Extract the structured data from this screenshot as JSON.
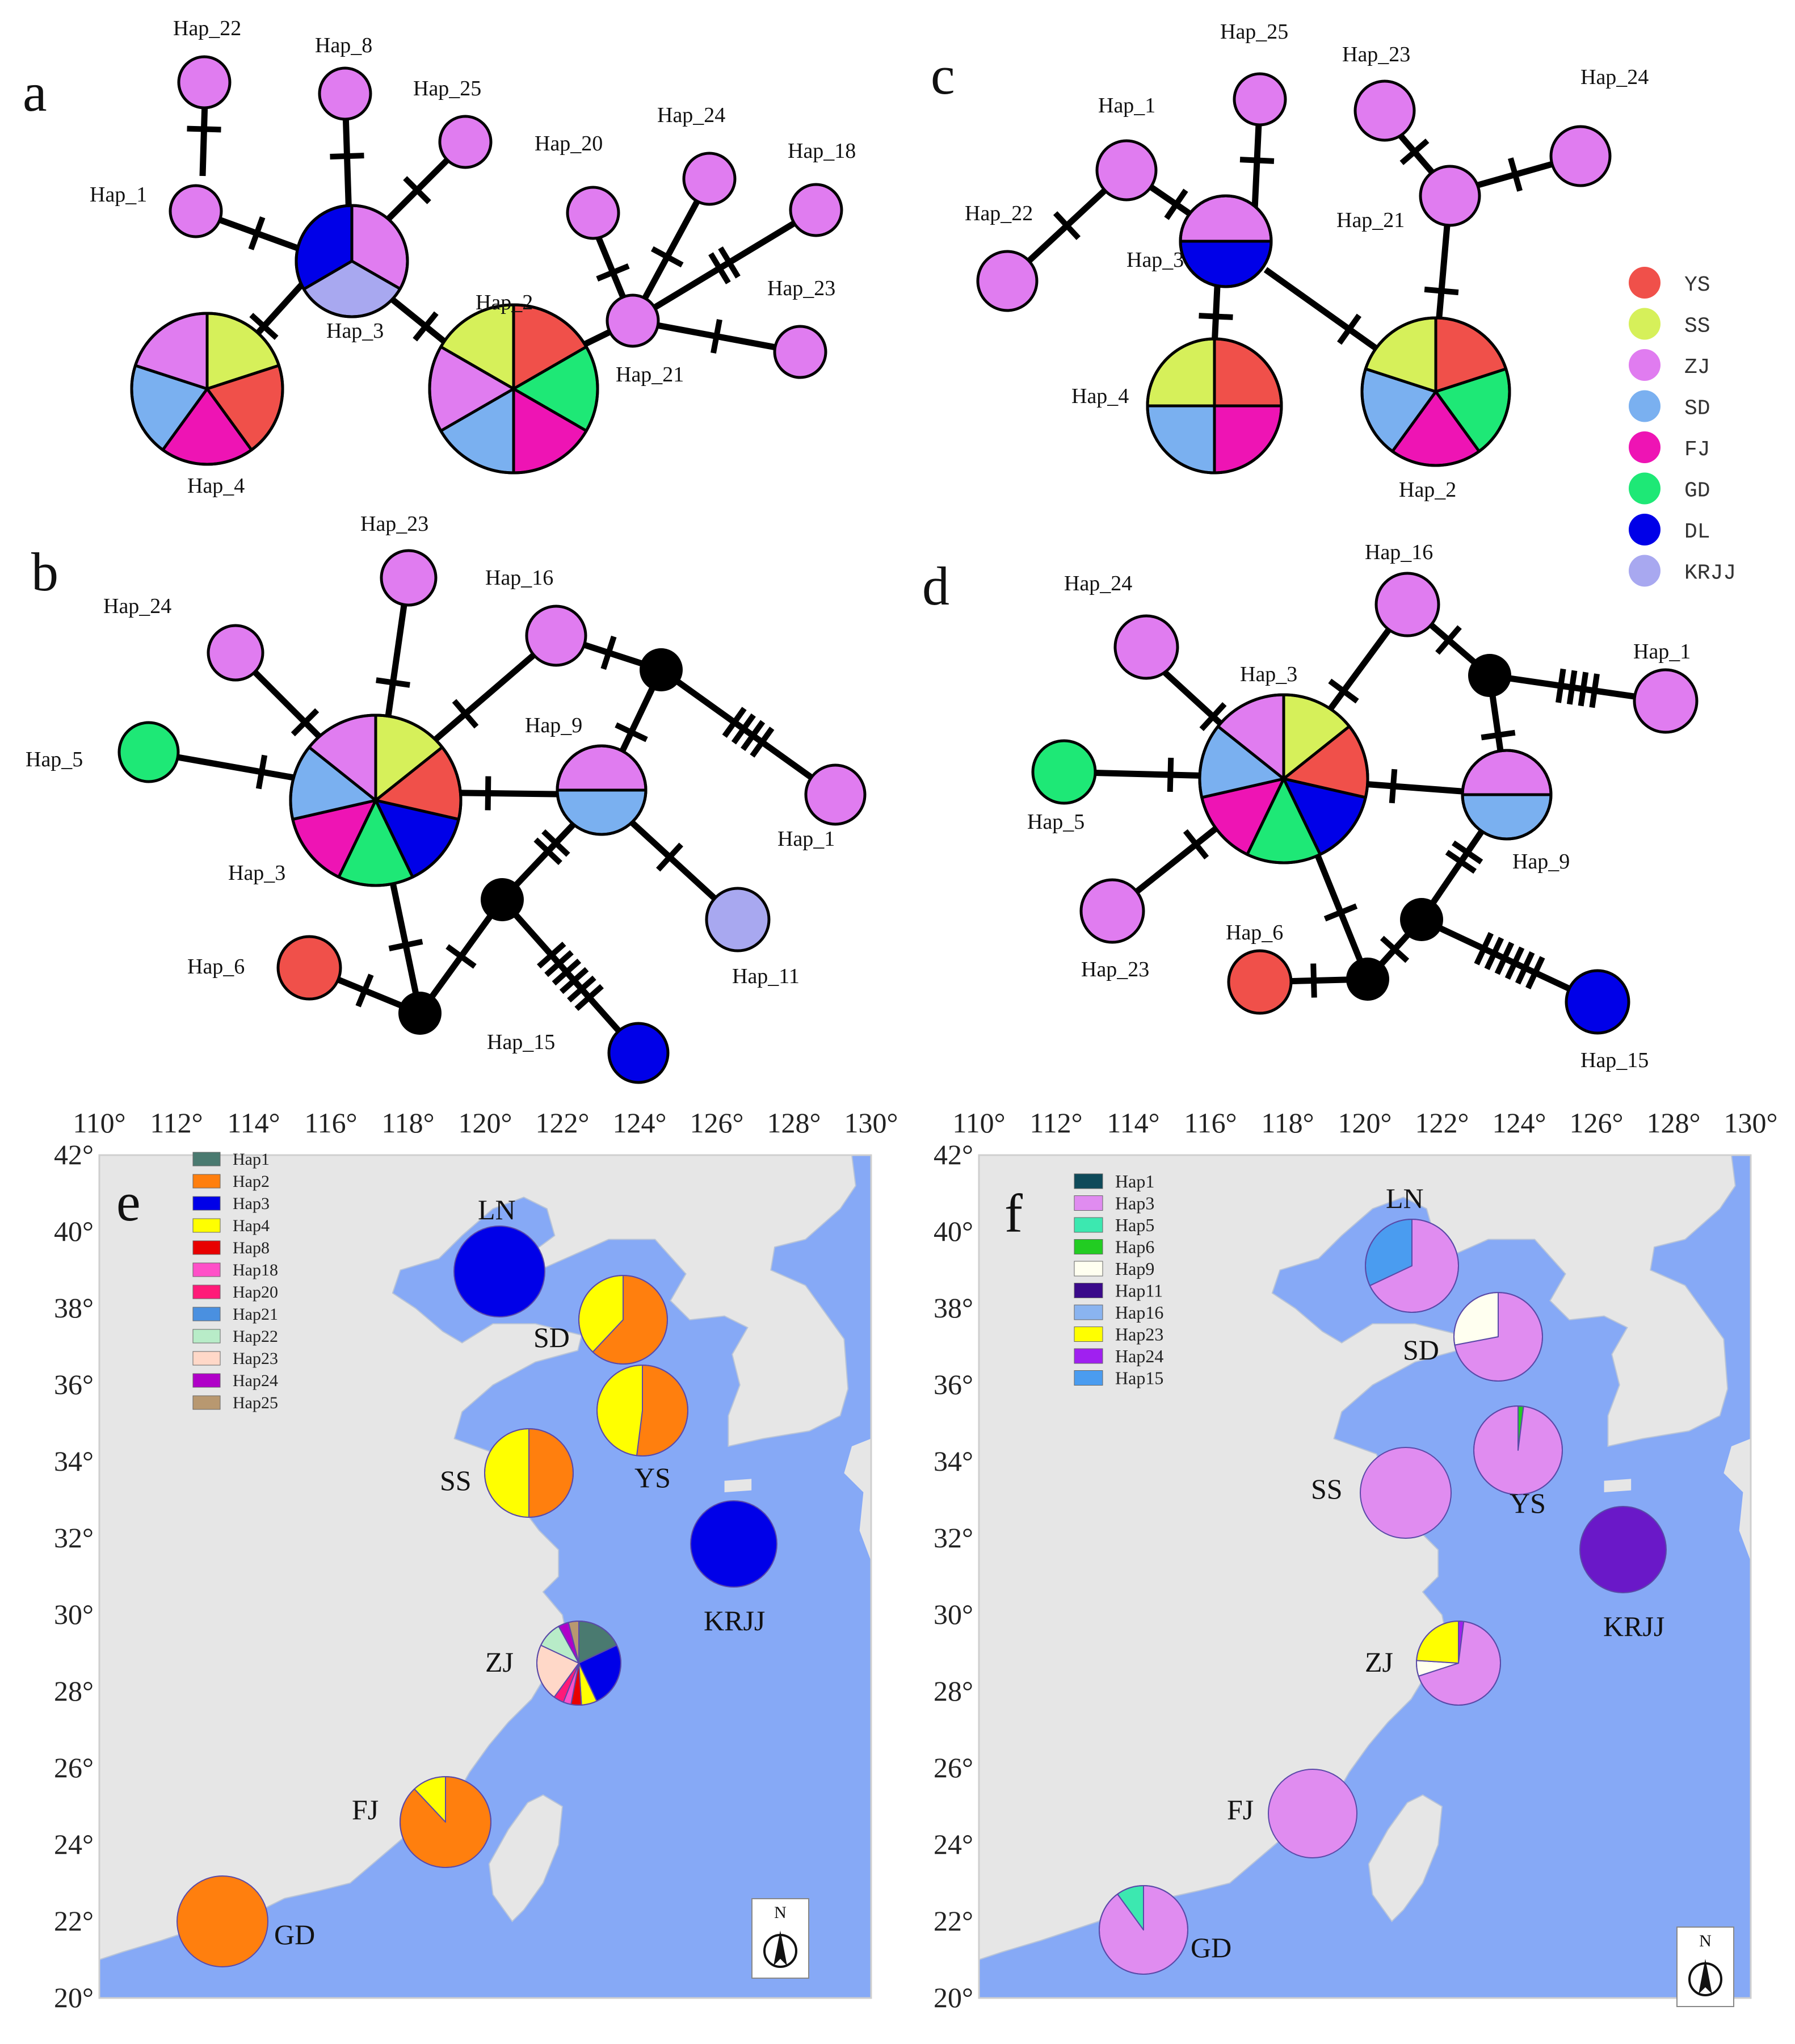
{
  "panel_letters": [
    "a",
    "b",
    "c",
    "d",
    "e",
    "f"
  ],
  "colors": {
    "YS": "#f0504a",
    "SS": "#d6f05a",
    "ZJ": "#e07cf0",
    "SD": "#7ab0f0",
    "FJ": "#ee14b4",
    "GD": "#1ee876",
    "DL": "#0000e8",
    "KRJJ": "#a8a8f0",
    "median": "#000000",
    "sea": "#86a9f6",
    "land": "#e6e6e6"
  },
  "legend_abcd": {
    "items": [
      {
        "label": "YS",
        "color": "#f0504a"
      },
      {
        "label": "SS",
        "color": "#d6f05a"
      },
      {
        "label": "ZJ",
        "color": "#e07cf0"
      },
      {
        "label": "SD",
        "color": "#7ab0f0"
      },
      {
        "label": "FJ",
        "color": "#ee14b4"
      },
      {
        "label": "GD",
        "color": "#1ee876"
      },
      {
        "label": "DL",
        "color": "#0000e8"
      },
      {
        "label": "KRJJ",
        "color": "#a8a8f0"
      }
    ]
  },
  "networks": {
    "a": {
      "labels": [
        "Hap_22",
        "Hap_8",
        "Hap_25",
        "Hap_1",
        "Hap_3",
        "Hap_4",
        "Hap_2",
        "Hap_20",
        "Hap_24",
        "Hap_18",
        "Hap_23",
        "Hap_21"
      ]
    },
    "b": {
      "labels": [
        "Hap_23",
        "Hap_16",
        "Hap_24",
        "Hap_5",
        "Hap_9",
        "Hap_1",
        "Hap_3",
        "Hap_11",
        "Hap_6",
        "Hap_15"
      ]
    },
    "c": {
      "labels": [
        "Hap_25",
        "Hap_23",
        "Hap_24",
        "Hap_1",
        "Hap_22",
        "Hap_21",
        "Hap_3",
        "Hap_4",
        "Hap_2"
      ]
    },
    "d": {
      "labels": [
        "Hap_16",
        "Hap_24",
        "Hap_3",
        "Hap_1",
        "Hap_5",
        "Hap_9",
        "Hap_6",
        "Hap_23",
        "Hap_15"
      ]
    }
  },
  "maps": {
    "lon_ticks": [
      "110°",
      "112°",
      "114°",
      "116°",
      "118°",
      "120°",
      "122°",
      "124°",
      "126°",
      "128°",
      "130°"
    ],
    "lat_ticks": [
      "42°",
      "40°",
      "38°",
      "36°",
      "34°",
      "32°",
      "30°",
      "28°",
      "26°",
      "24°",
      "22°",
      "20°"
    ],
    "north_label": "N",
    "e": {
      "legend": [
        {
          "label": "Hap1",
          "color": "#4a7a70"
        },
        {
          "label": "Hap2",
          "color": "#ff7f0e"
        },
        {
          "label": "Hap3",
          "color": "#0000e8"
        },
        {
          "label": "Hap4",
          "color": "#ffff00"
        },
        {
          "label": "Hap8",
          "color": "#e80000"
        },
        {
          "label": "Hap18",
          "color": "#ff50c8"
        },
        {
          "label": "Hap20",
          "color": "#ff1a78"
        },
        {
          "label": "Hap21",
          "color": "#4a90e0"
        },
        {
          "label": "Hap22",
          "color": "#b8ecc8"
        },
        {
          "label": "Hap23",
          "color": "#ffd8c8"
        },
        {
          "label": "Hap24",
          "color": "#b000c8"
        },
        {
          "label": "Hap25",
          "color": "#b89870"
        }
      ],
      "pops": [
        {
          "name": "LN",
          "values": [
            1.0
          ],
          "colors": [
            "#0000e8"
          ]
        },
        {
          "name": "SD",
          "values": [
            0.62,
            0.38
          ],
          "colors": [
            "#ff7f0e",
            "#ffff00"
          ]
        },
        {
          "name": "YS",
          "values": [
            0.52,
            0.48
          ],
          "colors": [
            "#ff7f0e",
            "#ffff00"
          ]
        },
        {
          "name": "SS",
          "values": [
            0.5,
            0.5
          ],
          "colors": [
            "#ff7f0e",
            "#ffff00"
          ]
        },
        {
          "name": "KRJJ",
          "values": [
            1.0
          ],
          "colors": [
            "#0000e8"
          ]
        },
        {
          "name": "ZJ",
          "values": [
            0.18,
            0.25,
            0.06,
            0.04,
            0.03,
            0.04,
            0.22,
            0.1,
            0.04,
            0.04
          ],
          "colors": [
            "#4a7a70",
            "#0000e8",
            "#ffff00",
            "#e80000",
            "#ff50c8",
            "#ff1a78",
            "#ffd8c8",
            "#b8ecc8",
            "#b000c8",
            "#b89870"
          ]
        },
        {
          "name": "FJ",
          "values": [
            0.88,
            0.12
          ],
          "colors": [
            "#ff7f0e",
            "#ffff00"
          ]
        },
        {
          "name": "GD",
          "values": [
            1.0
          ],
          "colors": [
            "#ff7f0e"
          ]
        }
      ]
    },
    "f": {
      "legend": [
        {
          "label": "Hap1",
          "color": "#0e4a5a"
        },
        {
          "label": "Hap3",
          "color": "#e08cf0"
        },
        {
          "label": "Hap5",
          "color": "#3ce8b0"
        },
        {
          "label": "Hap6",
          "color": "#22cc22"
        },
        {
          "label": "Hap9",
          "color": "#fffff0"
        },
        {
          "label": "Hap11",
          "color": "#3a0a8a"
        },
        {
          "label": "Hap16",
          "color": "#8ab4f0"
        },
        {
          "label": "Hap23",
          "color": "#ffff00"
        },
        {
          "label": "Hap24",
          "color": "#a020f0"
        },
        {
          "label": "Hap15",
          "color": "#4a9cf0"
        }
      ],
      "pops": [
        {
          "name": "LN",
          "values": [
            0.68,
            0.32
          ],
          "colors": [
            "#e08cf0",
            "#4a9cf0"
          ]
        },
        {
          "name": "SD",
          "values": [
            0.72,
            0.28
          ],
          "colors": [
            "#e08cf0",
            "#fffff0"
          ]
        },
        {
          "name": "YS",
          "values": [
            0.02,
            0.98
          ],
          "colors": [
            "#22cc22",
            "#e08cf0"
          ]
        },
        {
          "name": "SS",
          "values": [
            1.0
          ],
          "colors": [
            "#e08cf0"
          ]
        },
        {
          "name": "KRJJ",
          "values": [
            1.0
          ],
          "colors": [
            "#6a18c8"
          ]
        },
        {
          "name": "ZJ",
          "values": [
            0.02,
            0.68,
            0.06,
            0.24
          ],
          "colors": [
            "#a020f0",
            "#e08cf0",
            "#fffff0",
            "#ffff00"
          ]
        },
        {
          "name": "FJ",
          "values": [
            1.0
          ],
          "colors": [
            "#e08cf0"
          ]
        },
        {
          "name": "GD",
          "values": [
            0.9,
            0.1
          ],
          "colors": [
            "#e08cf0",
            "#3ce8b0"
          ]
        }
      ]
    }
  }
}
